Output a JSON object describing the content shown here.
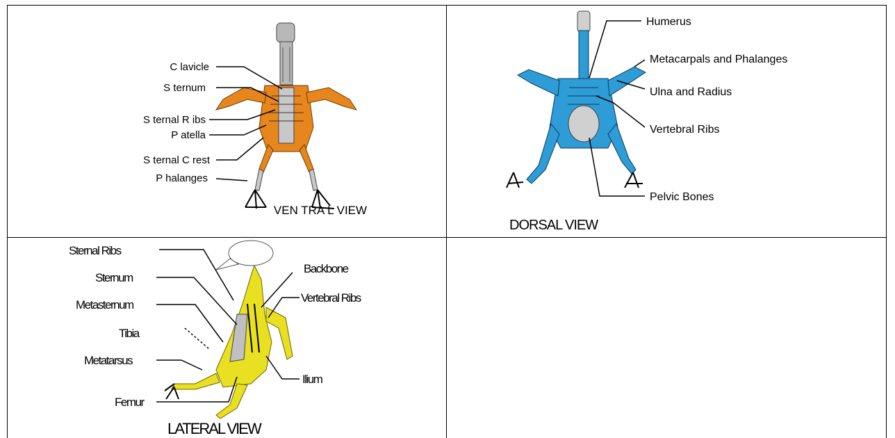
{
  "panels": {
    "ventral": {
      "caption": "VEN TRA L VIEW",
      "labels": {
        "clavicle": "C lavicle",
        "sternum": "S ternum",
        "sternal_ribs": "S ternal R ibs",
        "patella": "P atella",
        "sternal_crest": "S ternal C rest",
        "phalanges": "P halanges"
      },
      "color": "#E8861E"
    },
    "dorsal": {
      "caption": "DORSAL VIEW",
      "labels": {
        "humerus": "Humerus",
        "metacarpals": "Metacarpals and Phalanges",
        "ulna_radius": "Ulna and Radius",
        "vertebral_ribs": "Vertebral Ribs",
        "pelvic_bones": "Pelvic Bones"
      },
      "color": "#2E9CD6"
    },
    "lateral": {
      "caption": "LATERAL VIEW",
      "labels": {
        "sternal_ribs": "Sternal Ribs",
        "sternum": "Sternum",
        "metasternum": "Metasternum",
        "tibia": "Tibia",
        "metatarsus": "Metatarsus",
        "femur": "Femur",
        "backbone": "Backbone",
        "vertebral_ribs": "Vertebral Ribs",
        "ilium": "Ilium"
      },
      "color": "#E8E020"
    }
  }
}
